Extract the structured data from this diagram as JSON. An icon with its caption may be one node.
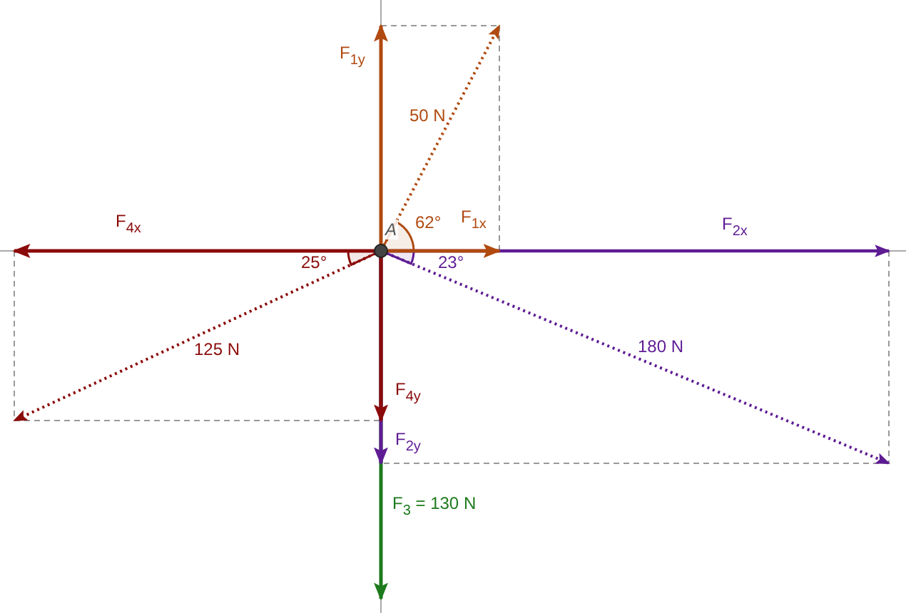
{
  "diagram": {
    "nodes": [
      {
        "text": [
          "A"
        ]
      }
    ],
    "labels": [
      "F$_{1y}$",
      "50 N",
      "F$_{4x}$",
      "62°",
      "F$_{1x}$",
      "F$_{2x}$",
      "25°",
      "23°",
      "125 N",
      "180 N",
      "F$_{4y}$",
      "F$_{2y}$",
      "F$_{3}$ = 130 N"
    ]
  }
}
